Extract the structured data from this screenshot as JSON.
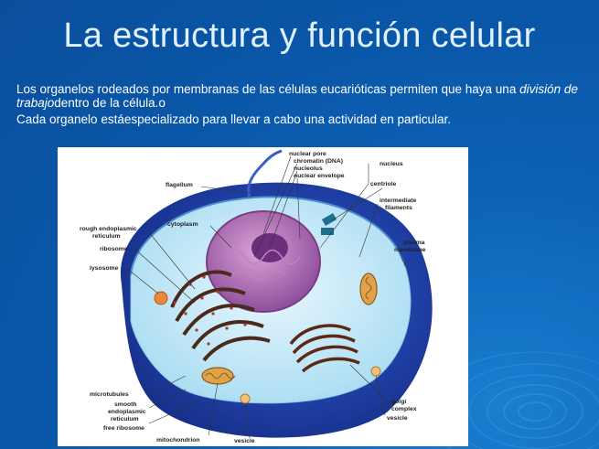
{
  "slide": {
    "title": "La estructura y función celular",
    "paragraph1": {
      "part1": "Los organelos rodeados por membranas de las células eucarióticas permiten que haya una ",
      "emphasis": "división de trabajo",
      "part2": "dentro de la célula.o"
    },
    "paragraph2": "Cada organelo estáespecializado para llevar a cabo una actividad en particular."
  },
  "figure": {
    "labels": {
      "flagellum": "flagellum",
      "nuclear_pore": "nuclear pore",
      "chromatin": "chromatin (DNA)",
      "nucleolus": "nucleolus",
      "nuclear_envelope": "nuclear envelope",
      "nucleus": "nucleus",
      "centriole": "centriole",
      "cytoplasm": "cytoplasm",
      "rough_er_1": "rough endoplasmic",
      "rough_er_2": "reticulum",
      "intermediate_1": "intermediate",
      "intermediate_2": "filaments",
      "ribosome": "ribosome",
      "plasma_1": "plasma",
      "plasma_2": "membrane",
      "lysosome": "lysosome",
      "microtubules": "microtubules",
      "smooth_er_1": "smooth",
      "smooth_er_2": "endoplasmic",
      "smooth_er_3": "reticulum",
      "free_ribosome": "free ribosome",
      "mitochondrion": "mitochondrion",
      "vesicle_bottom": "vesicle",
      "golgi_1": "golgi",
      "golgi_2": "complex",
      "vesicle_right": "vesicle"
    }
  }
}
